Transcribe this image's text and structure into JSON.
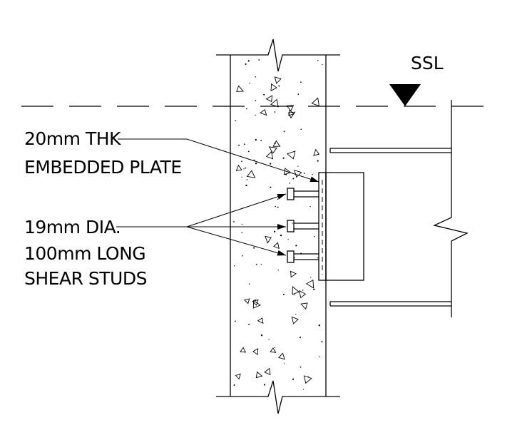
{
  "level_mark": {
    "text": "SSL"
  },
  "labels": {
    "plate": [
      "20mm THK",
      "EMBEDDED PLATE"
    ],
    "studs": [
      "19mm DIA.",
      "100mm LONG",
      "SHEAR STUDS"
    ]
  }
}
